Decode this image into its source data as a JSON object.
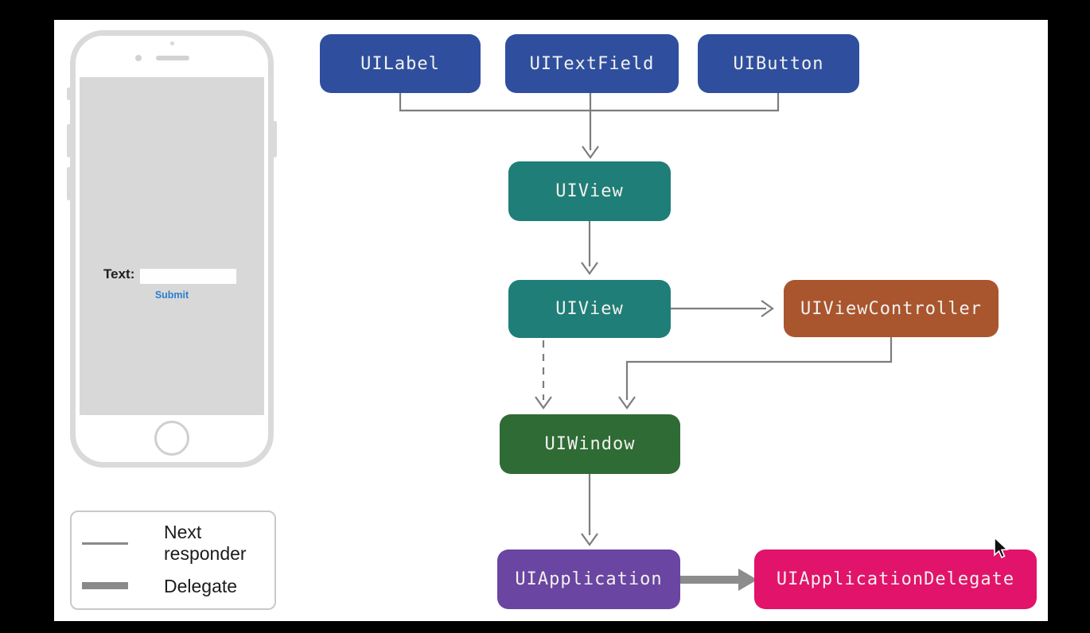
{
  "diagram": {
    "nodes": [
      {
        "label": "UILabel",
        "color": "#2f4f9e"
      },
      {
        "label": "UITextField",
        "color": "#2f4f9e"
      },
      {
        "label": "UIButton",
        "color": "#2f4f9e"
      },
      {
        "label": "UIView",
        "color": "#1f7e77"
      },
      {
        "label": "UIView",
        "color": "#1f7e77"
      },
      {
        "label": "UIViewController",
        "color": "#a9552e"
      },
      {
        "label": "UIWindow",
        "color": "#2e6b35"
      },
      {
        "label": "UIApplication",
        "color": "#6a45a1"
      },
      {
        "label": "UIApplicationDelegate",
        "color": "#e2136a"
      }
    ],
    "edges": [
      {
        "from": "UILabel",
        "to": "UIView",
        "type": "next-responder"
      },
      {
        "from": "UITextField",
        "to": "UIView",
        "type": "next-responder"
      },
      {
        "from": "UIButton",
        "to": "UIView",
        "type": "next-responder"
      },
      {
        "from": "UIView",
        "to": "UIView",
        "type": "next-responder"
      },
      {
        "from": "UIView",
        "to": "UIViewController",
        "type": "next-responder"
      },
      {
        "from": "UIView",
        "to": "UIWindow",
        "type": "next-responder-dashed"
      },
      {
        "from": "UIViewController",
        "to": "UIWindow",
        "type": "next-responder"
      },
      {
        "from": "UIWindow",
        "to": "UIApplication",
        "type": "next-responder"
      },
      {
        "from": "UIApplication",
        "to": "UIApplicationDelegate",
        "type": "delegate"
      }
    ],
    "legend": {
      "items": [
        {
          "line": "thin",
          "label": "Next responder"
        },
        {
          "line": "thick",
          "label": "Delegate"
        }
      ]
    }
  },
  "phone": {
    "field_label": "Text:",
    "input_value": "",
    "submit_label": "Submit"
  }
}
